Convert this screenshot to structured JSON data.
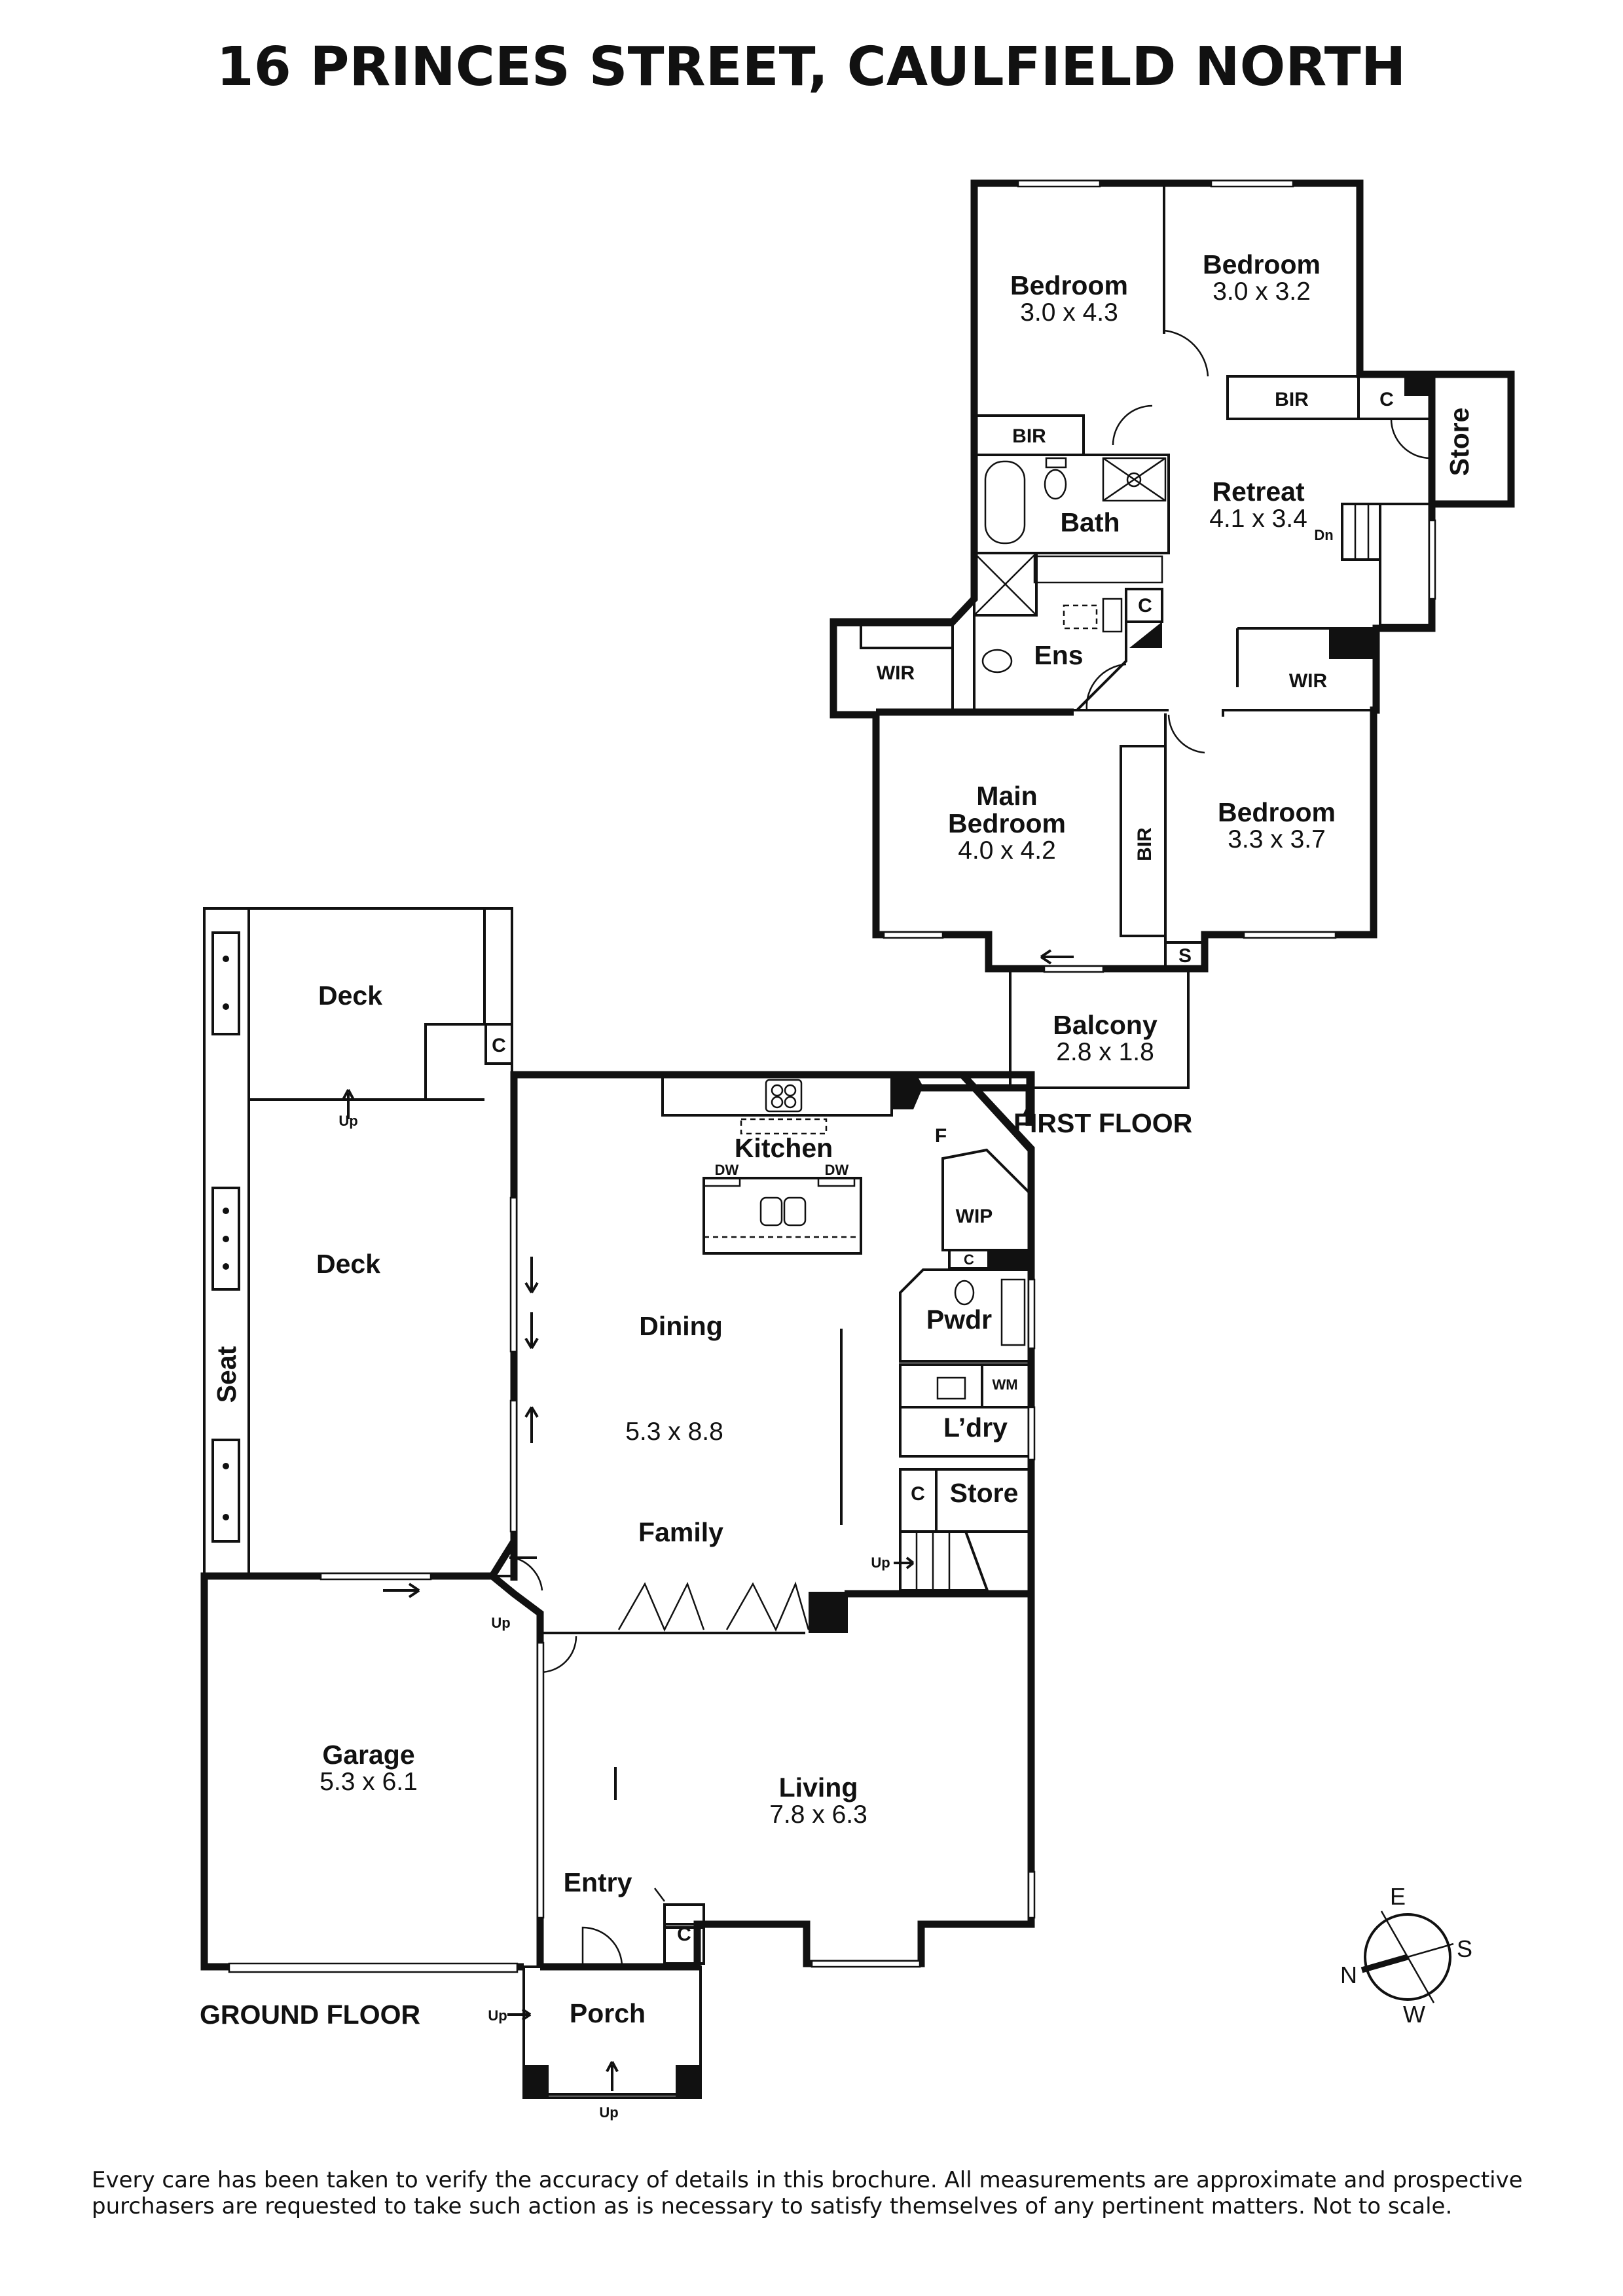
{
  "title": "16 PRINCES STREET, CAULFIELD NORTH",
  "floors": {
    "first": "FIRST FLOOR",
    "ground": "GROUND FLOOR"
  },
  "first_floor_rooms": {
    "bed_tl": {
      "name": "Bedroom",
      "dim": "3.0 x 4.3"
    },
    "bed_tr": {
      "name": "Bedroom",
      "dim": "3.0 x 3.2"
    },
    "bir_top": "BIR",
    "c_top": "C",
    "store": "Store",
    "bir_left": "BIR",
    "bath": "Bath",
    "retreat": {
      "name": "Retreat",
      "dim": "4.1 x 3.4"
    },
    "dn": "Dn",
    "ens": "Ens",
    "c_ens": "C",
    "wir_left": "WIR",
    "wir_right": "WIR",
    "main_bed": {
      "name1": "Main",
      "name2": "Bedroom",
      "dim": "4.0 x 4.2"
    },
    "bir_vert": "BIR",
    "bed_br": {
      "name": "Bedroom",
      "dim": "3.3 x 3.7"
    },
    "s": "S",
    "balcony": {
      "name": "Balcony",
      "dim": "2.8 x 1.8"
    }
  },
  "ground_floor_rooms": {
    "deck_top": "Deck",
    "c_deck": "C",
    "up_deck": "Up",
    "deck": "Deck",
    "seat": "Seat",
    "kitchen": "Kitchen",
    "dw1": "DW",
    "dw2": "DW",
    "f": "F",
    "wip": "WIP",
    "c_wip": "C",
    "pwdr": "Pwdr",
    "wm": "WM",
    "ldry": "L’dry",
    "c_store": "C",
    "store": "Store",
    "dining": "Dining",
    "dining_dim": "5.3 x 8.8",
    "family": "Family",
    "up_stairs": "Up",
    "up_garage": "Up",
    "garage": {
      "name": "Garage",
      "dim": "5.3 x 6.1"
    },
    "living": {
      "name": "Living",
      "dim": "7.8 x 6.3"
    },
    "entry": "Entry",
    "c_entry": "C",
    "porch": "Porch",
    "up_porch_left": "Up",
    "up_porch_bottom": "Up"
  },
  "compass": {
    "n": "N",
    "e": "E",
    "s": "S",
    "w": "W"
  },
  "disclaimer": {
    "line1": "Every care has been taken to verify the accuracy of details in this brochure. All measurements are approximate and prospective",
    "line2": "purchasers are requested to take such action as is necessary to satisfy themselves of any pertinent matters. Not to scale."
  }
}
